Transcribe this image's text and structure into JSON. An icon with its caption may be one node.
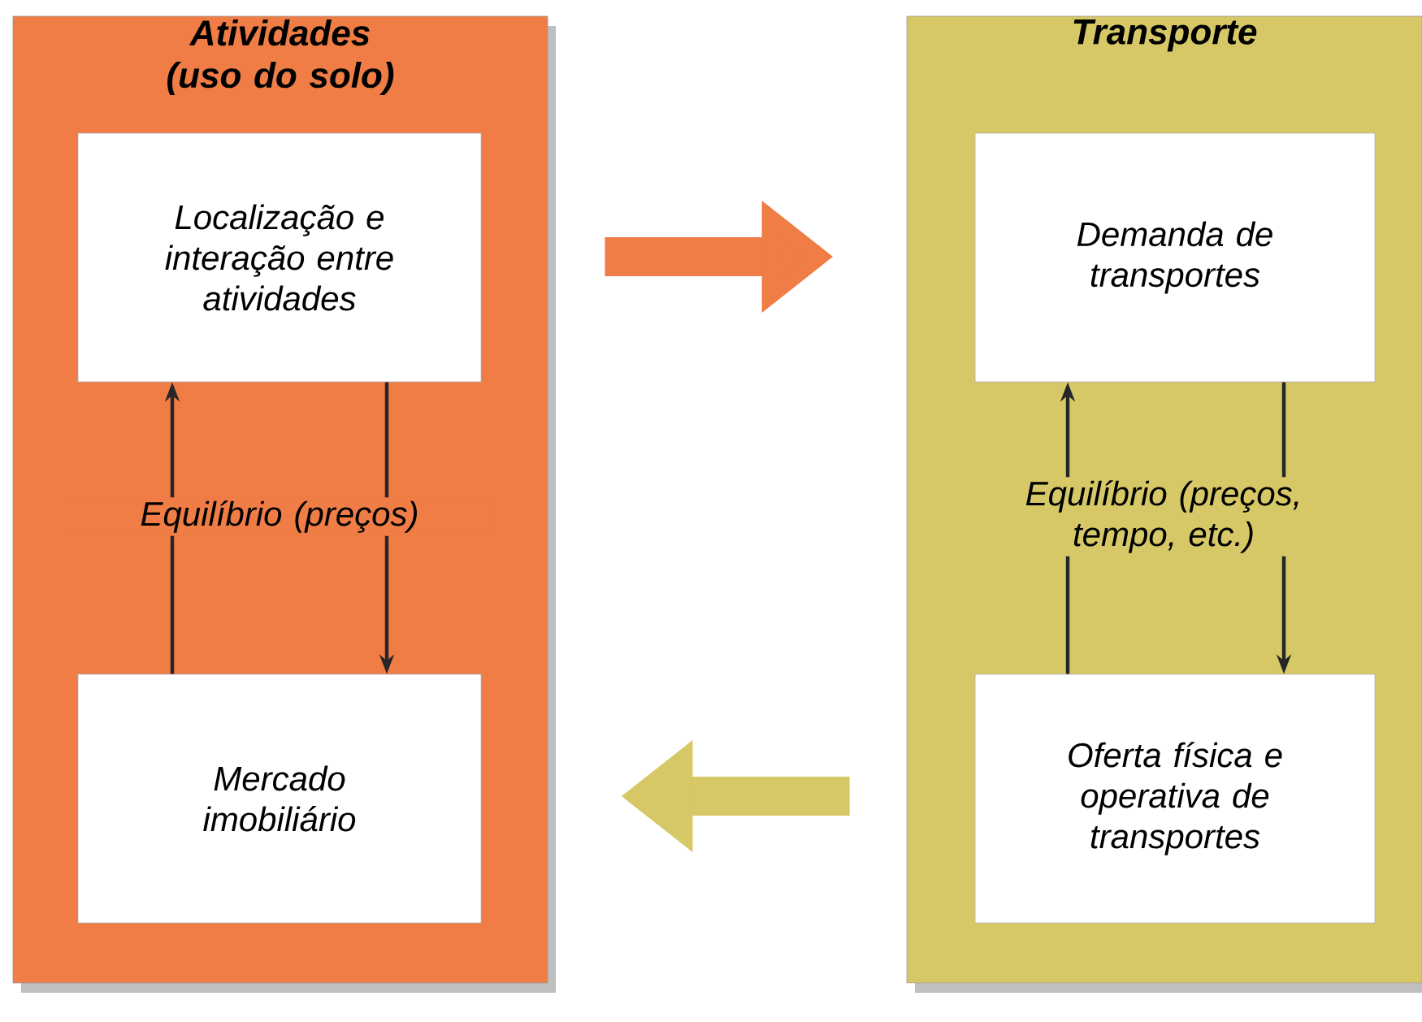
{
  "diagram": {
    "nodes": [
      {
        "text": [
          "Atividades (uso do solo)"
        ]
      },
      {
        "text": [
          "Localização e interação entre atividades"
        ],
        "in": 0
      },
      {
        "text": [
          "Mercado imobiliário"
        ],
        "in": 0
      },
      {
        "text": [
          "Transporte"
        ]
      },
      {
        "text": [
          "Demanda de transportes"
        ],
        "in": 3
      },
      {
        "text": [
          "Oferta física e operativa de transportes"
        ],
        "in": 3
      }
    ],
    "edges": [
      {
        "from": 2,
        "to": 1,
        "arrow": "to"
      },
      {
        "from": 1,
        "to": 2,
        "arrow": "to"
      },
      {
        "from": 5,
        "to": 4,
        "arrow": "to"
      },
      {
        "from": 4,
        "to": 5,
        "arrow": "to"
      },
      {
        "from": 0,
        "to": 3,
        "arrow": "to",
        "style": "thick",
        "color": "#ef7d45"
      },
      {
        "from": 3,
        "to": 0,
        "arrow": "to",
        "style": "thick",
        "color": "#d6c867"
      }
    ],
    "labels": [
      "Equilíbrio (preços)",
      "Equilíbrio (preços, tempo, etc.)"
    ]
  }
}
